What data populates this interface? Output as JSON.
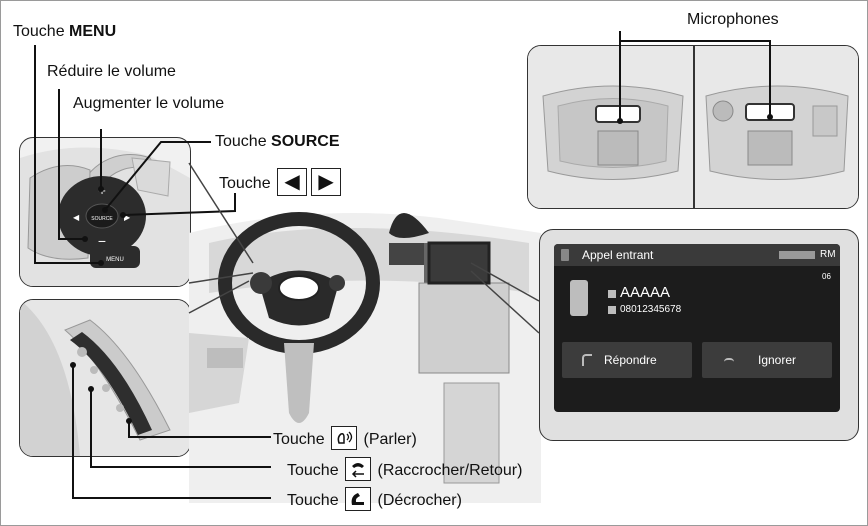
{
  "labels": {
    "menu_prefix": "Touche ",
    "menu_key": "MENU",
    "volume_down": "Réduire le volume",
    "volume_up": "Augmenter le volume",
    "source_prefix": "Touche ",
    "source_key": "SOURCE",
    "touche": "Touche",
    "microphones": "Microphones",
    "talk": "(Parler)",
    "hang_up": "(Raccrocher/Retour)",
    "pick_up": "(Décrocher)"
  },
  "wheel_buttons": {
    "plus": "+",
    "minus": "−",
    "source": "SOURCE",
    "menu": "MENU"
  },
  "screen": {
    "title": "Appel entrant",
    "status": "RM",
    "count": "06",
    "caller_name": "AAAAA",
    "caller_number": "08012345678",
    "answer": "Répondre",
    "ignore": "Ignorer"
  },
  "icons": {
    "left_arrow": "◀",
    "right_arrow": "▶",
    "talk": "talk-icon",
    "hang_up": "hang-up-back-icon",
    "pick_up": "pick-up-icon"
  }
}
